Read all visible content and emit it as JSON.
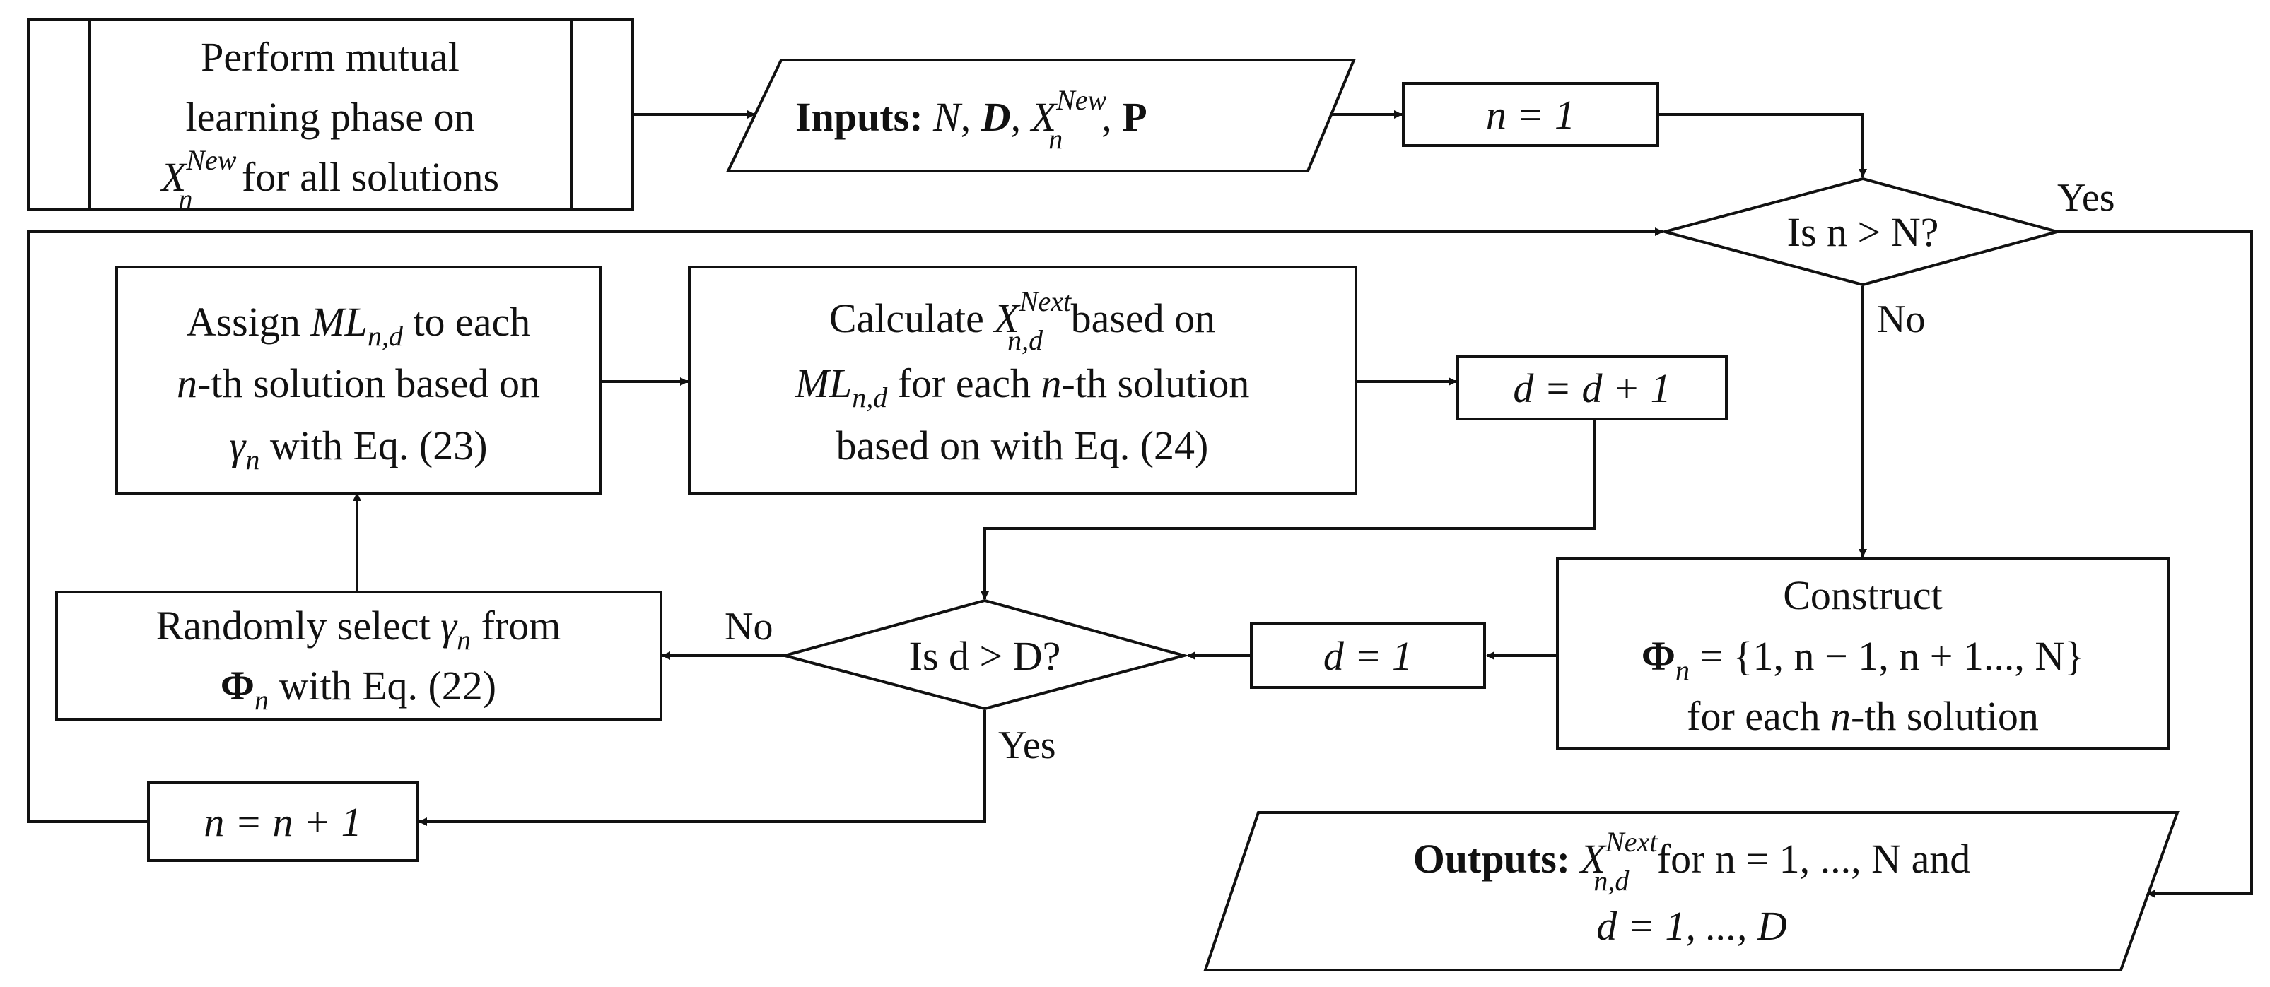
{
  "predefined_process": {
    "line1": "Perform mutual",
    "line2": "learning phase on",
    "line3_var": "X",
    "line3_sub": "n",
    "line3_sup": "New",
    "line3_rest": " for all solutions"
  },
  "inputs": {
    "label": "Inputs:",
    "n_var": "N",
    "d_var": "D",
    "x_var": "X",
    "x_sub": "n",
    "x_sup": "New",
    "p_var": "P"
  },
  "n_init": {
    "text": "n = 1"
  },
  "decision_n": {
    "text": "Is n > N?",
    "yes_label": "Yes",
    "no_label": "No"
  },
  "assign_box": {
    "line1_a": "Assign ",
    "line1_var": "ML",
    "line1_sub": "n,d",
    "line1_b": " to each",
    "line2_var": "n",
    "line2_rest": "-th solution based on",
    "line3_var": "γ",
    "line3_sub": "n",
    "line3_rest": " with Eq. (23)"
  },
  "calculate_box": {
    "line1_a": "Calculate ",
    "line1_var": "X",
    "line1_sub": "n,d",
    "line1_sup": "Next",
    "line1_b": " based on",
    "line2_var": "ML",
    "line2_sub": "n,d",
    "line2_a": " for each ",
    "line2_var2": "n",
    "line2_rest": "-th solution",
    "line3": "based on with Eq. (24)"
  },
  "d_increment": {
    "text": "d = d + 1"
  },
  "random_box": {
    "line1_a": "Randomly select ",
    "line1_var": "γ",
    "line1_sub": "n",
    "line1_b": " from",
    "line2_var": "Φ",
    "line2_sub": "n",
    "line2_rest": " with Eq. (22)"
  },
  "decision_d": {
    "text": "Is d > D?",
    "no_label": "No",
    "yes_label": "Yes"
  },
  "d_init": {
    "text": "d = 1"
  },
  "construct_box": {
    "line1": "Construct",
    "line2_var": "Φ",
    "line2_sub": "n",
    "line2_rest": " = {1, n − 1, n + 1..., N}",
    "line3_a": "for each ",
    "line3_var": "n",
    "line3_rest": "-th solution"
  },
  "n_increment": {
    "text": "n = n + 1"
  },
  "outputs": {
    "label": "Outputs:",
    "x_var": "X",
    "x_sub": "n,d",
    "x_sup": "Next",
    "line1_rest": " for n = 1, ..., N and",
    "line2": "d = 1, ..., D"
  }
}
